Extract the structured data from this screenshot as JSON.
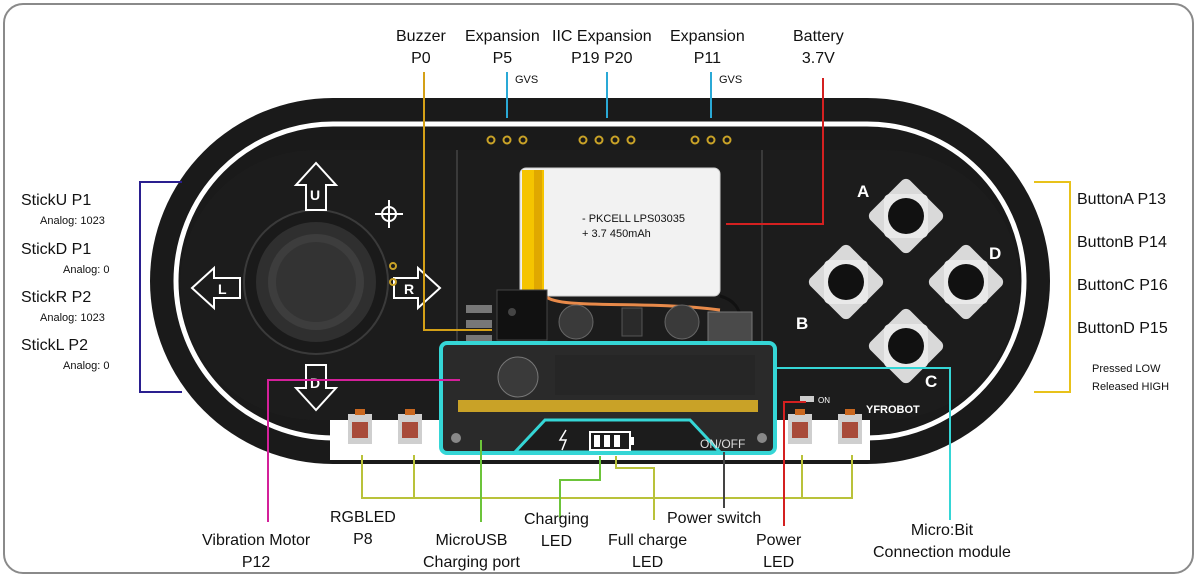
{
  "top_labels": {
    "buzzer": [
      "Buzzer",
      "P0"
    ],
    "exp_p5": [
      "Expansion",
      "P5"
    ],
    "iic": [
      "IIC Expansion",
      "P19 P20"
    ],
    "exp_p11": [
      "Expansion",
      "P11"
    ],
    "battery": [
      "Battery",
      "3.7V"
    ],
    "gvs": "GVS"
  },
  "left_labels": [
    {
      "name": "StickU P1",
      "value": "Analog: 1023"
    },
    {
      "name": "StickD P1",
      "value": "Analog: 0"
    },
    {
      "name": "StickR P2",
      "value": "Analog: 1023"
    },
    {
      "name": "StickL P2",
      "value": "Analog: 0"
    }
  ],
  "right_labels": [
    "ButtonA P13",
    "ButtonB P14",
    "ButtonC P16",
    "ButtonD P15"
  ],
  "right_note": [
    "Pressed LOW",
    "Released HIGH"
  ],
  "bottom_labels": {
    "vibration": [
      "Vibration Motor",
      "P12"
    ],
    "rgbled": [
      "RGBLED",
      "P8"
    ],
    "microusb": [
      "MicroUSB",
      "Charging port"
    ],
    "charging": [
      "Charging",
      "LED"
    ],
    "full_charge": [
      "Full charge",
      "LED"
    ],
    "power_switch": "Power switch",
    "power_led": [
      "Power",
      "LED"
    ],
    "microbit": [
      "Micro:Bit",
      "Connection module"
    ]
  },
  "board_text": {
    "battery_line1": "- PKCELL LPS03035",
    "battery_line2": "+ 3.7 450mAh",
    "joy_u": "U",
    "joy_d": "D",
    "joy_l": "L",
    "joy_r": "R",
    "btn_a": "A",
    "btn_b": "B",
    "btn_c": "C",
    "btn_d": "D",
    "on_off": "ON/OFF",
    "brand": "YFROBOT",
    "on_small": "ON"
  },
  "colors": {
    "board": "#1a1a1a",
    "buzzer_line": "#d4a017",
    "blue_line": "#2aa9d6",
    "battery_line": "#d42020",
    "stick_bracket": "#2a1f8f",
    "button_bracket": "#e8c21a",
    "vibration_line": "#d4209a",
    "rgb_line": "#b9c23a",
    "usb_line": "#6cc43a",
    "microbit_outline": "#35d6d6"
  }
}
